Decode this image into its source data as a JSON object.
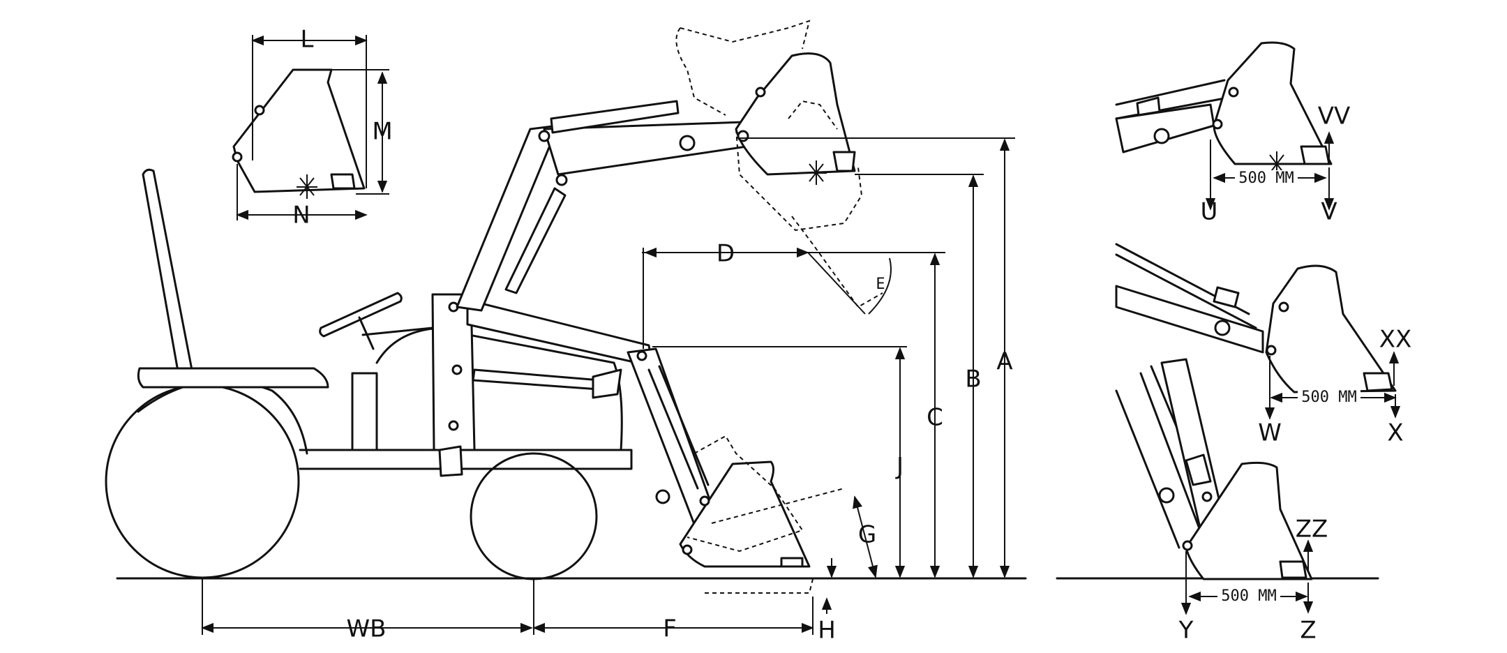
{
  "labels": {
    "L": "L",
    "M": "M",
    "N": "N",
    "D": "D",
    "E": "E",
    "B": "B",
    "A": "A",
    "C": "C",
    "J": "J",
    "G": "G",
    "H": "H",
    "F": "F",
    "WB": "WB",
    "VV": "VV",
    "U": "U",
    "V": "V",
    "XX": "XX",
    "W": "W",
    "X": "X",
    "ZZ": "ZZ",
    "Y": "Y",
    "Z": "Z"
  },
  "notes": {
    "dist1": "500 MM",
    "dist2": "500 MM",
    "dist3": "500 MM"
  }
}
